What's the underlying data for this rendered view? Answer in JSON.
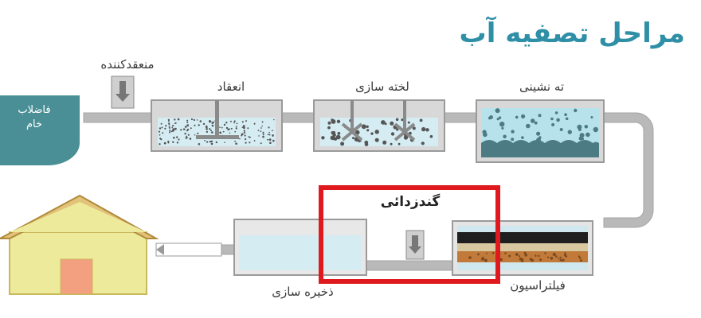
{
  "title": "مراحل تصفیه آب",
  "raw_water": {
    "line1": "فاضلاب",
    "line2": "خام"
  },
  "coagulant_inlet": {
    "label": "منعقدکننده"
  },
  "stages": {
    "coagulation": "انعقاد",
    "flocculation": "لخته سازی",
    "sedimentation": "ته نشینی",
    "filtration": "فیلتراسیون",
    "disinfection": "گندزدائی",
    "storage": "ذخیره سازی"
  },
  "colors": {
    "title": "#2f8fa6",
    "raw_water_tank": "#4a8f96",
    "pipe": "#b5b5b5",
    "water": "#cfe8f0",
    "highlight_box": "#e0191f",
    "house_wall": "#eeea9c",
    "house_roof": "#e3c27a",
    "house_door": "#f2a07f"
  },
  "icons": [
    "inlet-arrow-icon",
    "stirrer-icon",
    "paddle-mixer-icon",
    "house-icon",
    "outlet-arrow-icon"
  ]
}
